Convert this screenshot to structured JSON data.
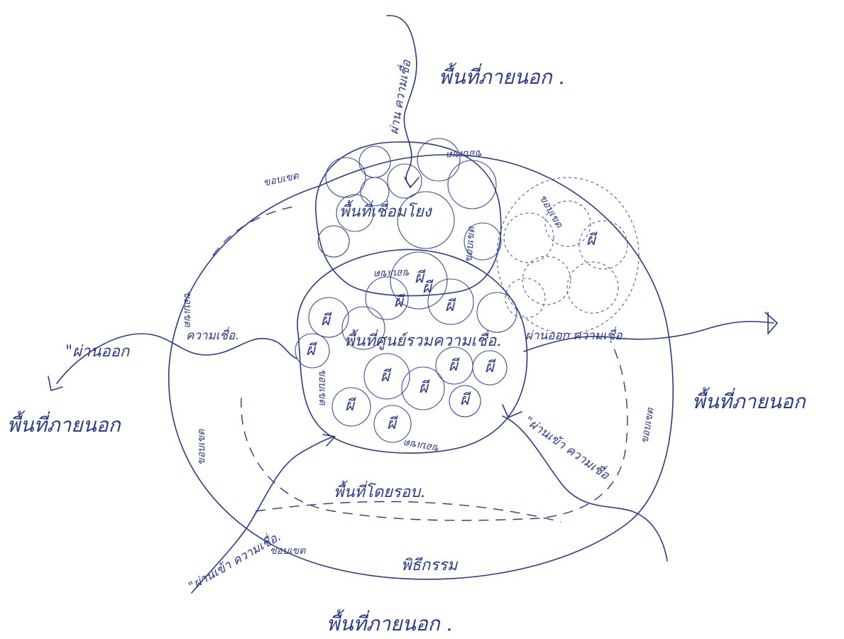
{
  "diagram": {
    "outer_area_labels": {
      "top": "พื้นที่ภายนอก .",
      "right": "พื้นที่ภายนอก",
      "left": "พื้นที่ภายนอก",
      "bottom": "พื้นที่ภายนอก ."
    },
    "zones": {
      "linking_area": "พื้นที่เชื่อมโยง",
      "central_area": "พื้นที่ศูนย์รวมความเชื่อ.",
      "surrounding_area": "พื้นที่โดยรอบ.",
      "ritual": "พิธีกรรม"
    },
    "ghost_label": "ผี",
    "flows": {
      "top": "ผ่าน ความเชื่อ",
      "left_out": "\"ผ่านออก",
      "left_belief": "ความเชื่อ.",
      "right_out": "ผ่านออก ความเชื่อ.",
      "lower_right_in": "\"ผ่านเข้า ความเชื่อ",
      "lower_left_in": "\"ผ่านเข้า ความเชื่อ."
    },
    "boundaries": {
      "top_ring": "ขอบเขต",
      "right_ring": "ขอบเขต",
      "left_ring": "ขอบเขต",
      "inner_bottom": "ขอบเขต",
      "inner_left": "ขอบเขต",
      "bottom_ring": "ขอบเขต",
      "top_inner": "ขอบเขต",
      "linking_left": "ขอบเขต",
      "linking_right": "ขอบเขต",
      "central_top": "ขอบเขต",
      "dotted_right": "ขอบเขต"
    },
    "ghost_count_visible": 14
  }
}
